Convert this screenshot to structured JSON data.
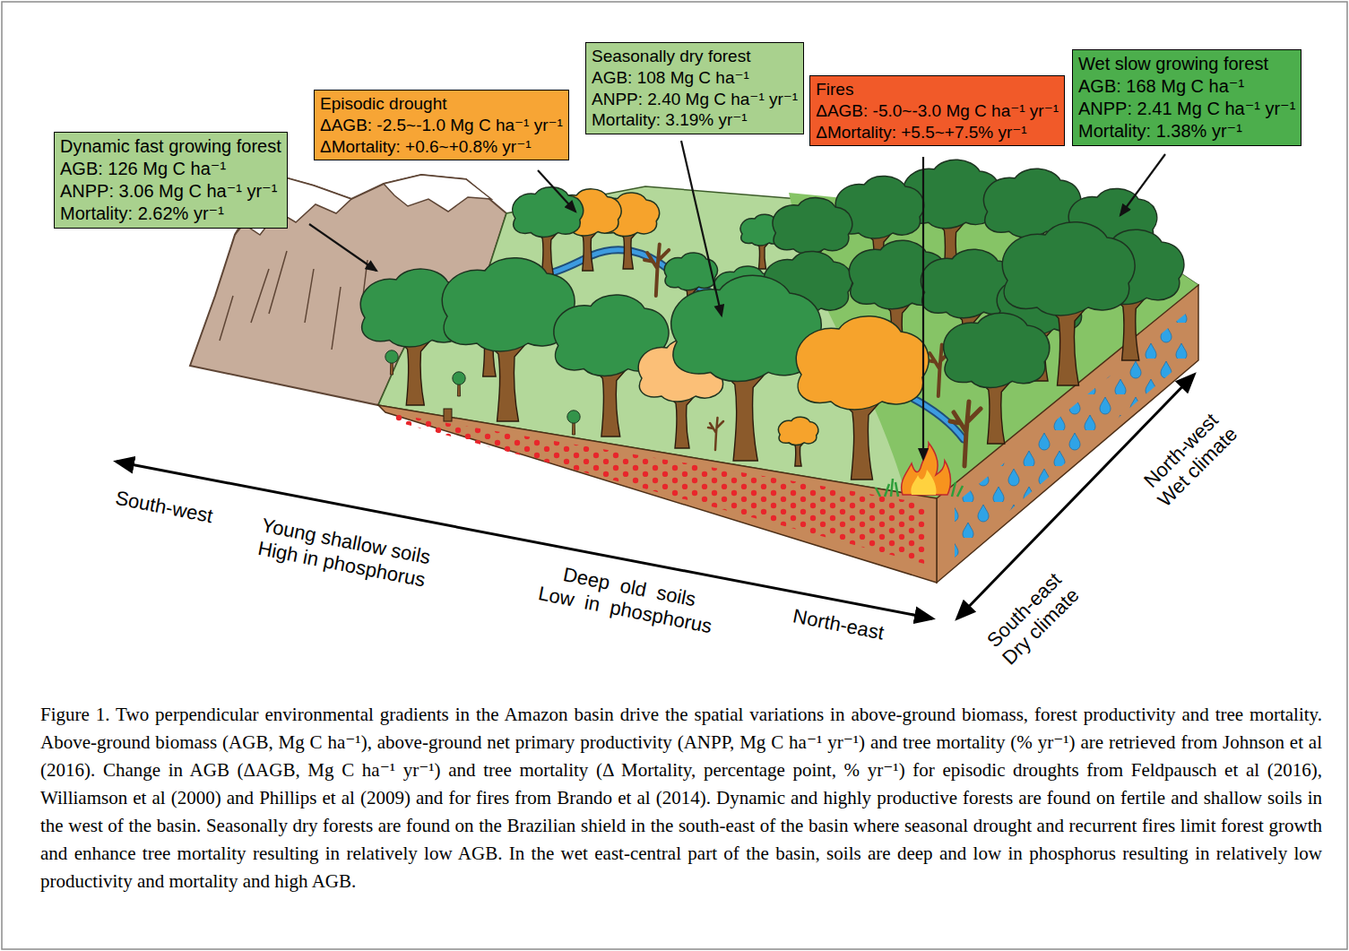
{
  "diagram": {
    "caption": "Figure 1. Two perpendicular environmental gradients in the Amazon basin drive the spatial variations in above-ground biomass, forest productivity and tree mortality. Above-ground biomass (AGB, Mg C ha⁻¹), above-ground net primary productivity (ANPP, Mg C ha⁻¹ yr⁻¹) and tree mortality (% yr⁻¹) are retrieved from Johnson et al (2016). Change in AGB (ΔAGB, Mg C ha⁻¹ yr⁻¹) and tree mortality (Δ Mortality, percentage point, % yr⁻¹) for episodic droughts from Feldpausch et al (2016), Williamson et al (2000) and Phillips et al (2009) and for fires from Brando et al (2014). Dynamic and highly productive forests are found on fertile and shallow soils in the west of the basin. Seasonally dry forests are found on the Brazilian shield in the south-east of the basin where seasonal drought and recurrent fires limit forest growth and enhance tree mortality resulting in relatively low AGB. In the wet east-central part of the basin, soils are deep and low in phosphorus resulting in relatively low productivity and mortality and high AGB.",
    "nodes": [
      {
        "text": [
          "Dynamic fast growing forest",
          "AGB: 126 Mg C ha⁻¹",
          "ANPP: 3.06 Mg C ha⁻¹ yr⁻¹",
          "Mortality: 2.62% yr⁻¹"
        ]
      },
      {
        "text": [
          "Episodic drought",
          "ΔAGB: -2.5~-1.0 Mg C ha⁻¹ yr⁻¹",
          "ΔMortality: +0.6~+0.8% yr⁻¹"
        ]
      },
      {
        "text": [
          "Seasonally dry forest",
          "AGB: 108 Mg C ha⁻¹",
          "ANPP: 2.40 Mg C ha⁻¹ yr⁻¹",
          "Mortality: 3.19% yr⁻¹"
        ]
      },
      {
        "text": [
          "Fires",
          "ΔAGB: -5.0~-3.0 Mg C ha⁻¹ yr⁻¹",
          "ΔMortality: +5.5~+7.5% yr⁻¹"
        ]
      },
      {
        "text": [
          "Wet slow growing forest",
          "AGB: 168 Mg C ha⁻¹",
          "ANPP: 2.41 Mg C ha⁻¹ yr⁻¹",
          "Mortality: 1.38% yr⁻¹"
        ]
      }
    ],
    "labels": [
      "South-west",
      "Young shallow soils High in phosphorus",
      "Deep old soils Low in phosphorus",
      "North-east",
      "South-east Dry climate",
      "North-west Wet climate"
    ]
  }
}
